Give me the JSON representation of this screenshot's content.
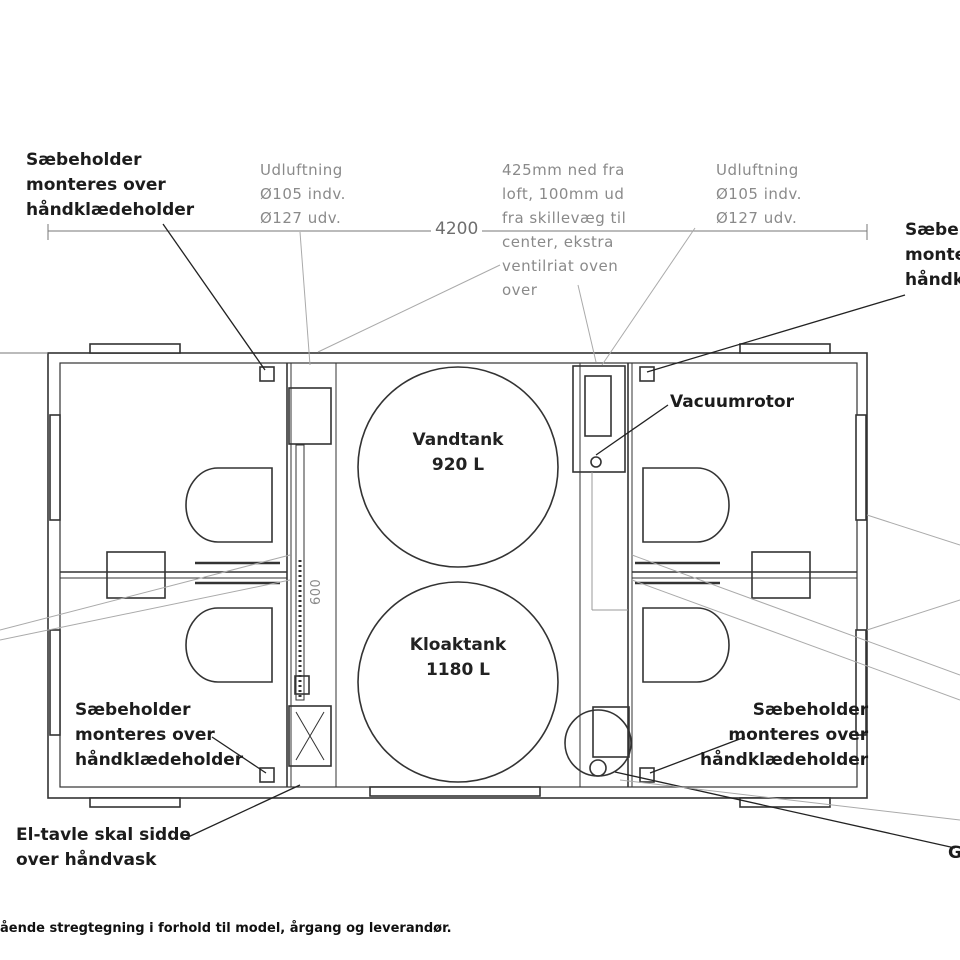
{
  "dimension": "4200",
  "labels": {
    "soap_top_left": "Sæbeholder\nmonteres over\nhåndklædeholder",
    "vent_left": "Udluftning\nØ105 indv.\nØ127 udv.",
    "note_center": "425mm ned fra\nloft, 100mm ud\nfra skillevæg til\ncenter, ekstra\nventilriat oven\nover",
    "vent_right": "Udluftning\nØ105 indv.\nØ127 udv.",
    "soap_top_right": "Sæbeho\nmonter\nhåndkl",
    "vacuum": "Vacuumrotor",
    "soap_bottom_left": "Sæbeholder\nmonteres over\nhåndklædeholder",
    "soap_bottom_right": "Sæbeholder\nmonteres over\nhåndklædeholder",
    "el_tavle": "El-tavle skal sidde\nover håndvask",
    "edge_g": "G",
    "vertical_dim": "600"
  },
  "tanks": {
    "water": "Vandtank\n920 L",
    "sewage": "Kloaktank\n1180 L"
  },
  "footer": "ående stregtegning i forhold til model, årgang og leverandør."
}
